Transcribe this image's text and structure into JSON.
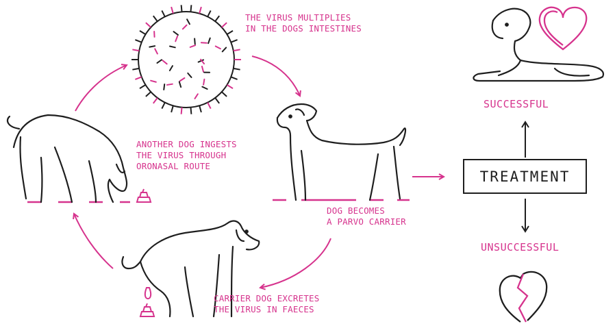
{
  "stages": {
    "multiply": [
      "THE VIRUS MULTIPLIES",
      "IN THE DOGS INTESTINES"
    ],
    "carrier": [
      "DOG BECOMES",
      "A PARVO CARRIER"
    ],
    "excrete": [
      "CARRIER DOG EXCRETES",
      "THE VIRUS IN FAECES"
    ],
    "ingest": [
      "ANOTHER DOG INGESTS",
      "THE VIRUS THROUGH",
      "ORONASAL ROUTE"
    ]
  },
  "treatment": {
    "label": "TREATMENT",
    "success": "SUCCESSFUL",
    "failure": "UNSUCCESSFUL"
  },
  "colors": {
    "accent": "#d6338d",
    "ink": "#1e1e1e"
  }
}
